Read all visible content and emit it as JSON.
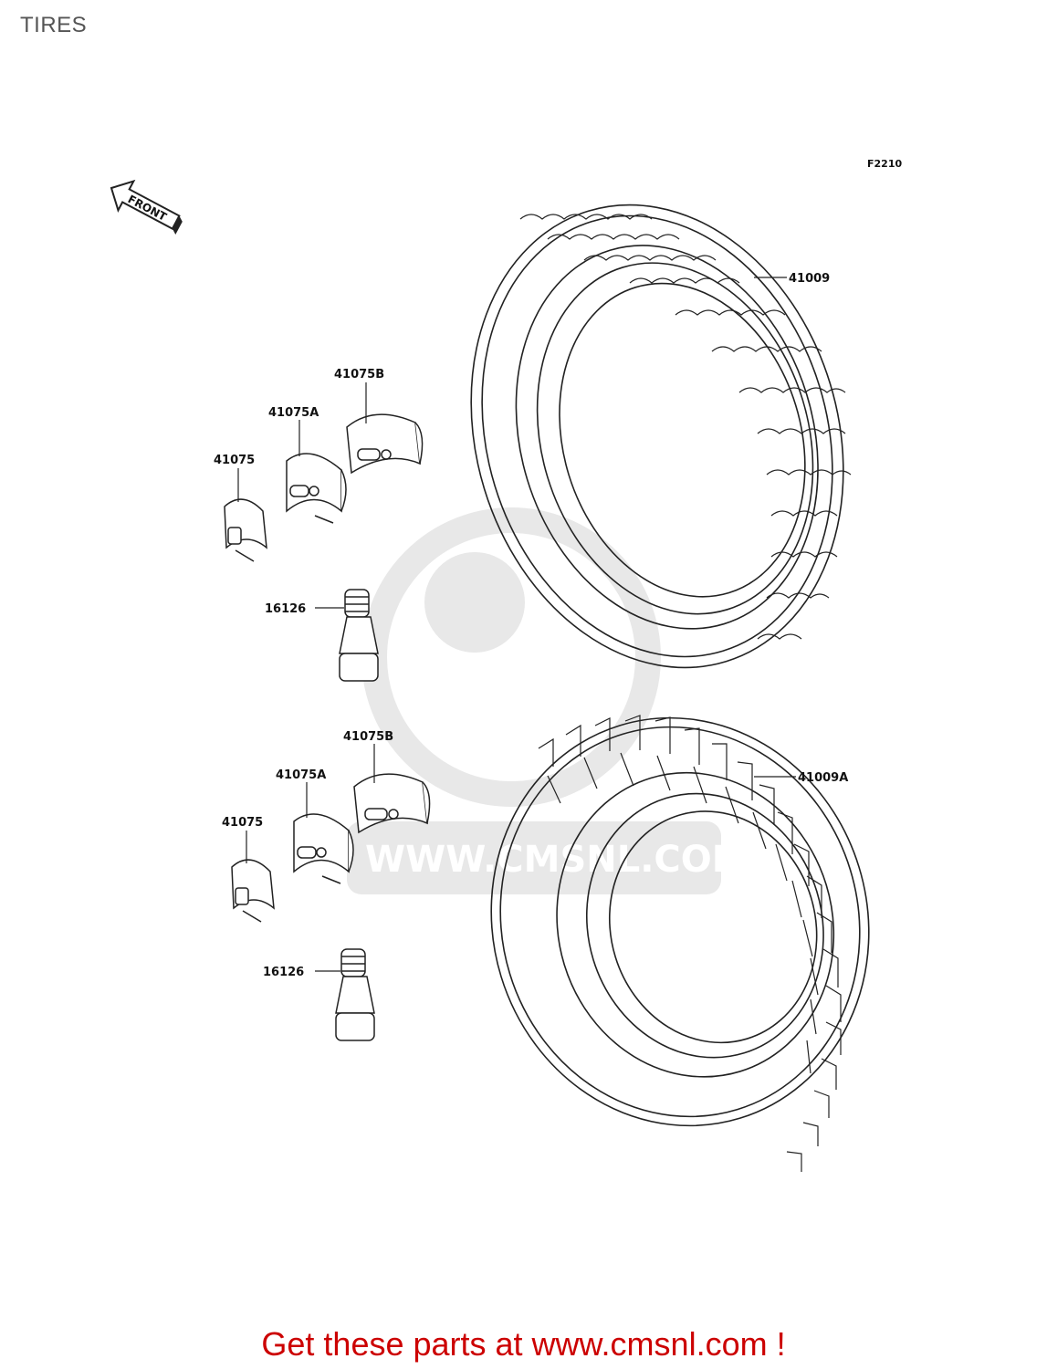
{
  "header": {
    "title": "TIRES"
  },
  "diagram": {
    "figure_code": "F2210",
    "front_marker": "FRONT",
    "watermark_text": "WWW.CMSNL.COM",
    "callouts": {
      "rear_tire": "41009",
      "front_tire": "41009A",
      "upper_weight_b": "41075B",
      "upper_weight_a": "41075A",
      "upper_weight": "41075",
      "upper_valve": "16126",
      "lower_weight_b": "41075B",
      "lower_weight_a": "41075A",
      "lower_weight": "41075",
      "lower_valve": "16126"
    }
  },
  "footer": {
    "text": "Get these parts at www.cmsnl.com !",
    "color": "#cc0000"
  },
  "colors": {
    "line": "#222222",
    "watermark": "#e6e6e6"
  }
}
